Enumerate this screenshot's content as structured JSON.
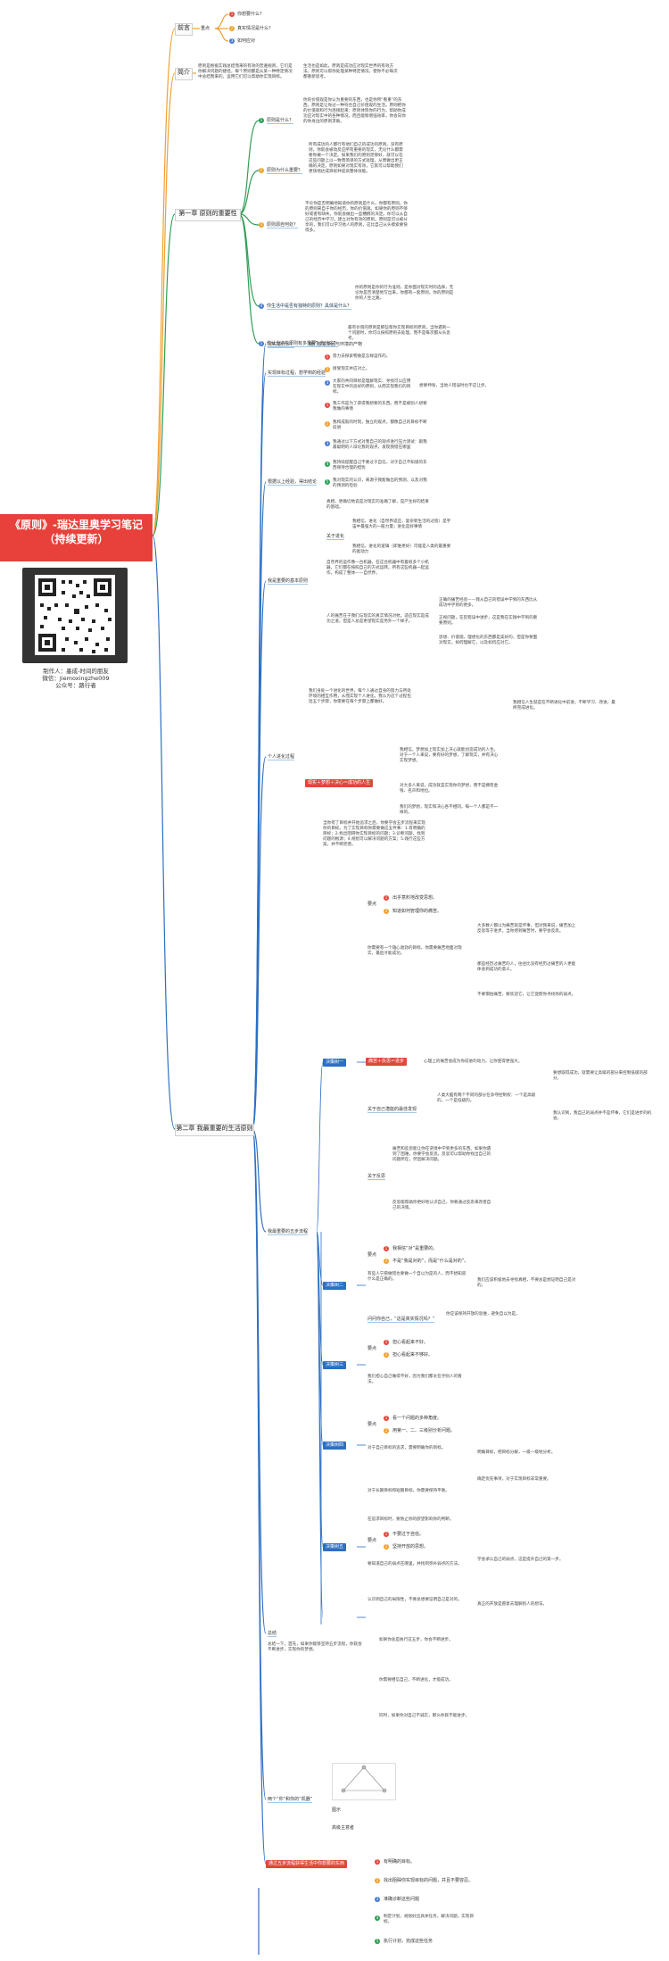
{
  "root": {
    "title": "《原则》-瑞达里奥学习笔记（持续更新）"
  },
  "credit": {
    "author": "制作人：墨成-时间的朋友",
    "wechat": "微信：Jiemoxingzhe009",
    "account": "公众号：路行者"
  },
  "colors": {
    "root": "#e8413b",
    "orange": "#f0a030",
    "green": "#2f9e56",
    "blue": "#2d6fc2",
    "red": "#e0483a"
  },
  "preface": {
    "label": "前言",
    "focus": "重点",
    "items": [
      "你想要什么？",
      "真实情况是什么？",
      "如何应对"
    ]
  },
  "intro": {
    "label": "简介",
    "text1": "原则是根据实践总结而来的有效的普遍规则，它们是你解决问题的捷径，每个原则都是从某一种特定情况中总结而来的，运用它们可以帮助你实现目标。",
    "text2": "生活也是如此。原则是成功应对现实世界的有效方法。原则可以帮你处理某种特定情况，使你不必每次都重新思考。"
  },
  "ch1": {
    "label": "第一章 原则的重要性",
    "q1": "原则是什么？",
    "a1": "你的价值观是你认为重要的东西，也是你所“看重”的东西。原则是让你过一种符合自己价值观的生活。原则把你的价值观和行为连接起来：原则体现你的行为，帮助你成功应对现实中的各种情况，而且能够增强效率，你会向你的你身边的原则求助。",
    "q2": "原则为什么重要？",
    "a2": "所有成功的人都行有他们自己的成功的原则。没有原则，你就会被动反应所有重要的现实，无论什么都需要你做一个决定。如果我们的原则足够好，就可以在这些问题上以一致而简单的方式处理，从而做出更正确的决定。原则如果对现实有效，它就可以帮助我们更快地达成目标并提高整体效能。",
    "q3": "原则源自何处？",
    "a3": "不论你是否明确地知道你的原则是什么，你都有原则。你的原则来自于你的经历，你的价值观。如果你的原则不够好或者有缺失，你就会做出一些糟糕的决定。你可以从自己的经历中学习，建立对你有效的原则。原则是可以被分享的，我们可以学习他人的原则，这比自己从头摸索要快得多。",
    "q4": "你生活中是否有独特的原则？具体是什么？",
    "a4": "你的原则是你的行为准则，是你面对现实时的选择，无论你是否清楚地写出来，你都有一套原则，你的原则是你的人生之路。",
    "q5": "你认为这些原则有多重要？为什么？",
    "a5": "最有价值的原则是那些帮你实现目标的原则，当你遇到一个问题时，你可以按照原则去处理，而不是每次都从头思考。"
  },
  "ch2": {
    "label": "第二章 我最重要的生活原则",
    "s1": "现实是什么？",
    "s1a": "我们都是量因与环境的产物",
    "s2": "实现目标过程，想学到的经验",
    "s2_items": [
      "努力去探索物质是怎样运作的。",
      "接受现实并应对之。",
      "大家的共同目标是理解现实、寻找可以应用在现实中的良好的原则，从而实现我们的目标。",
      "想要伸张，当他人错误时也不应让步。"
    ],
    "s3": "根据以上经验，得出结论",
    "s3_items": [
      "我工作是为了获得我想要的东西。而不是被别人想要我做的事情",
      "我和成就的时刻，独立的观点，都像自己的目标不断前进",
      "我通过以下方式对我自己的观点进行压力测试：跟我最聪明的人辩论我的观点，发现我错在哪里",
      "我持续提醒自己不要过于自信，对于自己不知道的东西保持合理的担忧",
      "我对现实的认识，来源于我能做出的预测，以及对我的预测的检验"
    ],
    "s4": "我是重要的基本原则",
    "s4_head": "真相，更确切地说是对现实的准确了解，是产生好的结果的基础。",
    "s4_about": "关于进化",
    "s4_evo1": "我相信，进化（自然界适应，复杂新生活的过程）是宇宙中最强大的一股力量；进化是好事情",
    "s4_evo2": "我相信，进化的逻辑（即谁更好）可能是人类的最重要的驱动力",
    "s4_p1": "自然界的运作像一台机器，在这台机器中有着很多个小机器，它们都在按照自己的方式运转。所有这些机器一起运作，构成了整体——自然界。",
    "s4_p2": "人的痛苦在于我们与现实的真实情况对抗。适应现实是成功之道，但是人总是希望现实是另外一个样子。",
    "s4_r1": "正确的痛苦经验——我从自己的错误中学到的东西比从成功中学到的更多。",
    "s4_r2": "正视问题，在犯错误中进步，这是我在实践中学到的重要原则。",
    "s4_r3": "思想、价值观，理想化的东西都是美好的，但是你要面对现实，如何理解它，以及如何应对它。",
    "s5": "个人进化过程",
    "s5_text": "我们身处一个进化的世界，每个人通过自身的努力与所处环境的相互作用，从而实现个人进化。我认为这个过程包括五个步骤，你需要在每个步骤上都做好。",
    "s5_pill": "现实＋梦想＋决心＝成功的人生",
    "s5_a": "我相信，梦想加上现实加上决心就能创造成功的人生。对于一个人来说，要有好的梦想，了解现实，并有决心实现梦想。",
    "s5_b": "对大多人来说，成功就是实现你的梦想，而不是拥有金钱、名声和地位。",
    "s5_c": "我们的梦想，现实和决心各不相同，每一个人都是不一样的。",
    "s5_d": "我相信人生就是在不断进化中前进，不断学习、改进，最终完成进化。",
    "s6": "我最重要的五步流程",
    "s6_intro": "当你有了目标并开始追求之后，你要学会五步流程来实现你的目标。为了实现目标你需要做这五件事：1.有明确的目标；2.找出阻碍你实现目标的问题；3.诊断问题，找到问题的根源；4.规划可以解决问题的方案；5.践行这些方案，并不断完善。",
    "d1": "决策树一",
    "d1_focus": "要点",
    "d1_items": [
      "出乎意料地改变思想。",
      "知道如何管理你的痛苦。"
    ],
    "d1_p1": "你需要有一个雄心勃勃的目标，你需要痛苦地面对现实，最后才能成功。",
    "d1_r1": "大多数人都以为痛苦就是坏事，但对我来说，痛苦加上反思等于进步。当你感到痛苦时，要学会反思。",
    "d1_r2": "那些经历过痛苦的人，往往比没有经历过痛苦的人更能体会到成功的意义。",
    "d1_r3": "不要惧怕痛苦，要欢迎它，让它促使你寻找你的弱点。",
    "d1_pill": "痛苦＋反思＝进步",
    "d1_pa": "心理上的痛苦会成为你前进的动力，让你变得更强大。",
    "d1_q": "关于自己潜能的最佳发现",
    "d1_qa": "人类大脑有两个不同的部分在争夺控制权：一个是高级的，一个是低级的。",
    "d1_qb": "要想取得成功，就需要让高级的部分来控制低级的部分。",
    "d1_qc": "我认识到，我自己的弱点并不是坏事，它们是进步的机会。",
    "d1_pt": "关于反思",
    "d1_pt1": "痛苦和反思能让你在逆境中学到更多的东西。如果你遇到了困难，你要学会反思。反思可以帮助你找出自己的问题所在，然后解决问题。",
    "d1_pt2": "反思能帮助你更好地认识自己，你要通过反思来改善自己的决策。",
    "d2": "决策树二",
    "d2_items": [
      "我相信“对”是重要的。",
      "不是“我是对的”，而是“什么是对的”。"
    ],
    "d2_p1": "有些人宁愿做错也要做一个自以为是的人，而不想知道什么是正确的。",
    "d2_r1": "我们应该积极地去寻找真相，不要总是想证明自己是对的。",
    "d2_q": "问问你自己，“这是真实情况吗？”",
    "d2_qa": "你应该保持开放的思维，避免自以为是。",
    "d3": "决策树三",
    "d3_items": [
      "担心看起来不好。",
      "担心看起来不够好。"
    ],
    "d3_p1": "我们担心自己做得不好，因为我们都太在乎别人的看法。",
    "d4": "决策树四",
    "d4_items": [
      "看一个问题的多种角度。",
      "用第一、二、三级别分析问题。"
    ],
    "d4_p1": "对于自己目标的追求，需要明确你的目标。",
    "d4_r1": "明确目标，把目标分解，一级一级地分析。",
    "d4_r2": "确定优先事项，对于实现目标非常重要。",
    "d4_p2": "对于长期目标和短期目标，你需要保持平衡。",
    "d4_p3": "在追求目标时，要防止你的欲望影响你的判断。",
    "d5": "决策树五",
    "d5_items": [
      "不要过于自信。",
      "坚持开放的思想。"
    ],
    "d5_p1": "要知道自己的弱点在哪里，并找到弥补弱点的方法。",
    "d5_r1": "学会承认自己的弱点，这是提升自己的第一步。",
    "d5_p2": "认识到自己的局限性，不要总想要证明自己是对的。",
    "d5_r2": "真正的开放是愿意去理解别人的想法。",
    "s7": "总结",
    "s7_text": "总结一下，首先，如果你能够坚持五步流程，你就会不断进步，实现你的梦想。",
    "s7_r1": "如果你总是执行这五步，你会不断进步。",
    "s7_r2": "你需要相信自己，不断进化，才能成功。",
    "s7_r3": "同时，如果你对自己不诚实，那么你就不能进步。",
    "s8": "两个“你”和你的“机器”",
    "s8_fig": "图示",
    "s8_note": "高级主意者",
    "s9": "通过五步流程获得生活中你想要的东西",
    "s9_items": [
      "有明确的目标。",
      "找出阻碍你实现目标的问题，并且不要容忍。",
      "准确诊断这些问题",
      "制定计划，规划好出具体任务，解决问题，实现目标。",
      "执行计划，完成这些任务"
    ]
  }
}
